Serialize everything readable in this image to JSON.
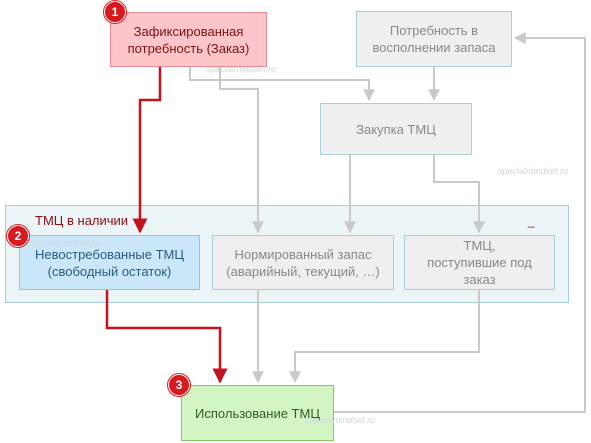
{
  "nodes": {
    "fixed_need": "Зафиксированная потребность (Заказ)",
    "replenish_need": "Потребность в восполнении запаса",
    "purchase": "Закупка ТМЦ",
    "unclaimed": "Невостребованные ТМЦ (свободный остаток)",
    "normative": "Нормированный запас (аварийный, текущий, …)",
    "ordered": "ТМЦ, поступившие под заказ",
    "usage": "Использование ТМЦ"
  },
  "container_title": "ТМЦ в наличии",
  "container_mark": "_",
  "badges": [
    "1",
    "2",
    "3"
  ],
  "watermark": "specialmindset.ru",
  "colors": {
    "highlight_arrow": "#c3131f",
    "gray_arrow": "#c9c9c9",
    "badge": "#d71920"
  }
}
